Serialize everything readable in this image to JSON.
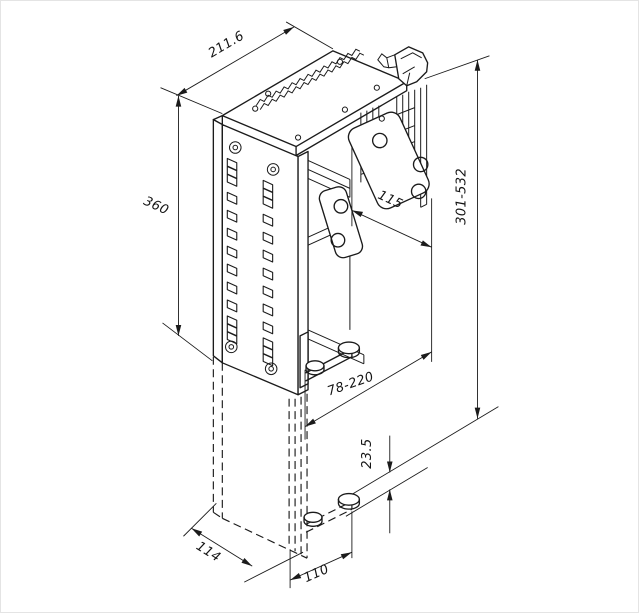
{
  "dimensions": {
    "top_width": "211.6",
    "column_height": "360",
    "mount_hole_spacing": "115",
    "height_adjust_range": "301-532",
    "width_adjust_range": "78-220",
    "pad_height": "23.5",
    "side_depth": "114",
    "arm_length": "110"
  },
  "style": {
    "line_color": "#1b1b1b",
    "background": "#ffffff"
  }
}
